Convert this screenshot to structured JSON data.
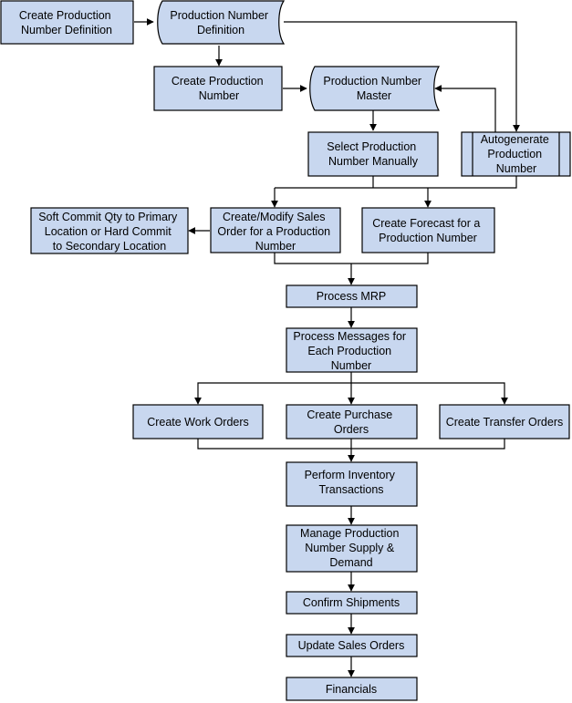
{
  "colors": {
    "box_fill": "#c8d7ef",
    "line": "#000000",
    "background": "#ffffff"
  },
  "nodes": {
    "create_pn_def": [
      "Create Production",
      "Number Definition"
    ],
    "pn_def": [
      "Production Number",
      "Definition"
    ],
    "create_pn": [
      "Create Production",
      "Number"
    ],
    "pn_master": [
      "Production Number",
      "Master"
    ],
    "select_pn": [
      "Select Production",
      "Number Manually"
    ],
    "autogen": [
      "Autogenerate",
      "Production",
      "Number"
    ],
    "soft_commit": [
      "Soft Commit Qty to Primary",
      "Location or Hard Commit",
      "to Secondary Location"
    ],
    "create_so": [
      "Create/Modify Sales",
      "Order for a Production",
      "Number"
    ],
    "create_forecast": [
      "Create Forecast for a",
      "Production Number"
    ],
    "process_mrp": [
      "Process MRP"
    ],
    "process_msgs": [
      "Process Messages for",
      "Each Production",
      "Number"
    ],
    "work_orders": [
      "Create Work Orders"
    ],
    "purchase_orders": [
      "Create Purchase",
      "Orders"
    ],
    "transfer_orders": [
      "Create Transfer Orders"
    ],
    "inventory_tx": [
      "Perform Inventory",
      "Transactions"
    ],
    "manage_supply": [
      "Manage Production",
      "Number Supply &",
      "Demand"
    ],
    "confirm_ship": [
      "Confirm Shipments"
    ],
    "update_so": [
      "Update Sales Orders"
    ],
    "financials": [
      "Financials"
    ]
  }
}
